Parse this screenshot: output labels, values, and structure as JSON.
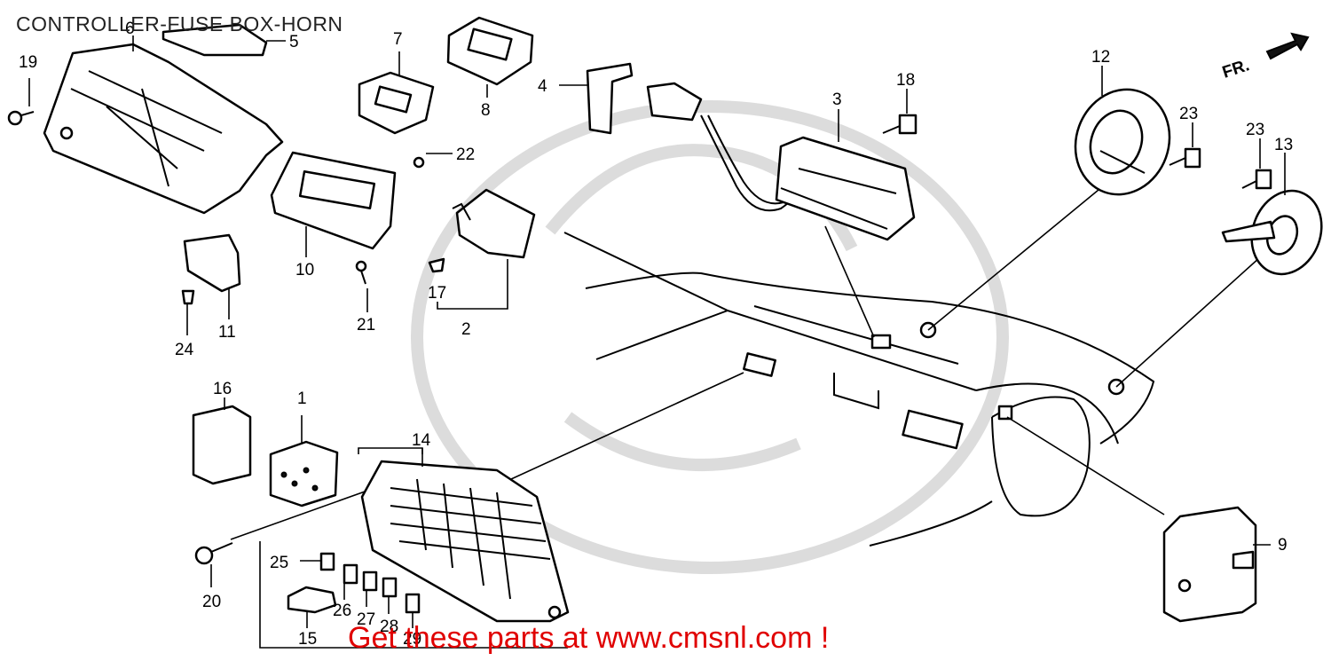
{
  "title": "CONTROLLER-FUSE BOX-HORN",
  "promo": "Get these parts at www.cmsnl.com !",
  "direction_label": "FR.",
  "colors": {
    "ink": "#000000",
    "promo": "#e00000",
    "watermark": "#dcdcdc"
  },
  "callouts": [
    {
      "id": "c1",
      "label": "1"
    },
    {
      "id": "c2",
      "label": "2"
    },
    {
      "id": "c3",
      "label": "3"
    },
    {
      "id": "c4",
      "label": "4"
    },
    {
      "id": "c5",
      "label": "5"
    },
    {
      "id": "c6",
      "label": "6"
    },
    {
      "id": "c7",
      "label": "7"
    },
    {
      "id": "c8",
      "label": "8"
    },
    {
      "id": "c9",
      "label": "9"
    },
    {
      "id": "c10",
      "label": "10"
    },
    {
      "id": "c11",
      "label": "11"
    },
    {
      "id": "c12",
      "label": "12"
    },
    {
      "id": "c13",
      "label": "13"
    },
    {
      "id": "c14",
      "label": "14"
    },
    {
      "id": "c15",
      "label": "15"
    },
    {
      "id": "c16",
      "label": "16"
    },
    {
      "id": "c17",
      "label": "17"
    },
    {
      "id": "c18",
      "label": "18"
    },
    {
      "id": "c19",
      "label": "19"
    },
    {
      "id": "c20",
      "label": "20"
    },
    {
      "id": "c21",
      "label": "21"
    },
    {
      "id": "c22",
      "label": "22"
    },
    {
      "id": "c23a",
      "label": "23"
    },
    {
      "id": "c23b",
      "label": "23"
    },
    {
      "id": "c24",
      "label": "24"
    },
    {
      "id": "c25",
      "label": "25"
    },
    {
      "id": "c26",
      "label": "26"
    },
    {
      "id": "c27",
      "label": "27"
    },
    {
      "id": "c28",
      "label": "28"
    },
    {
      "id": "c29",
      "label": "29"
    }
  ]
}
